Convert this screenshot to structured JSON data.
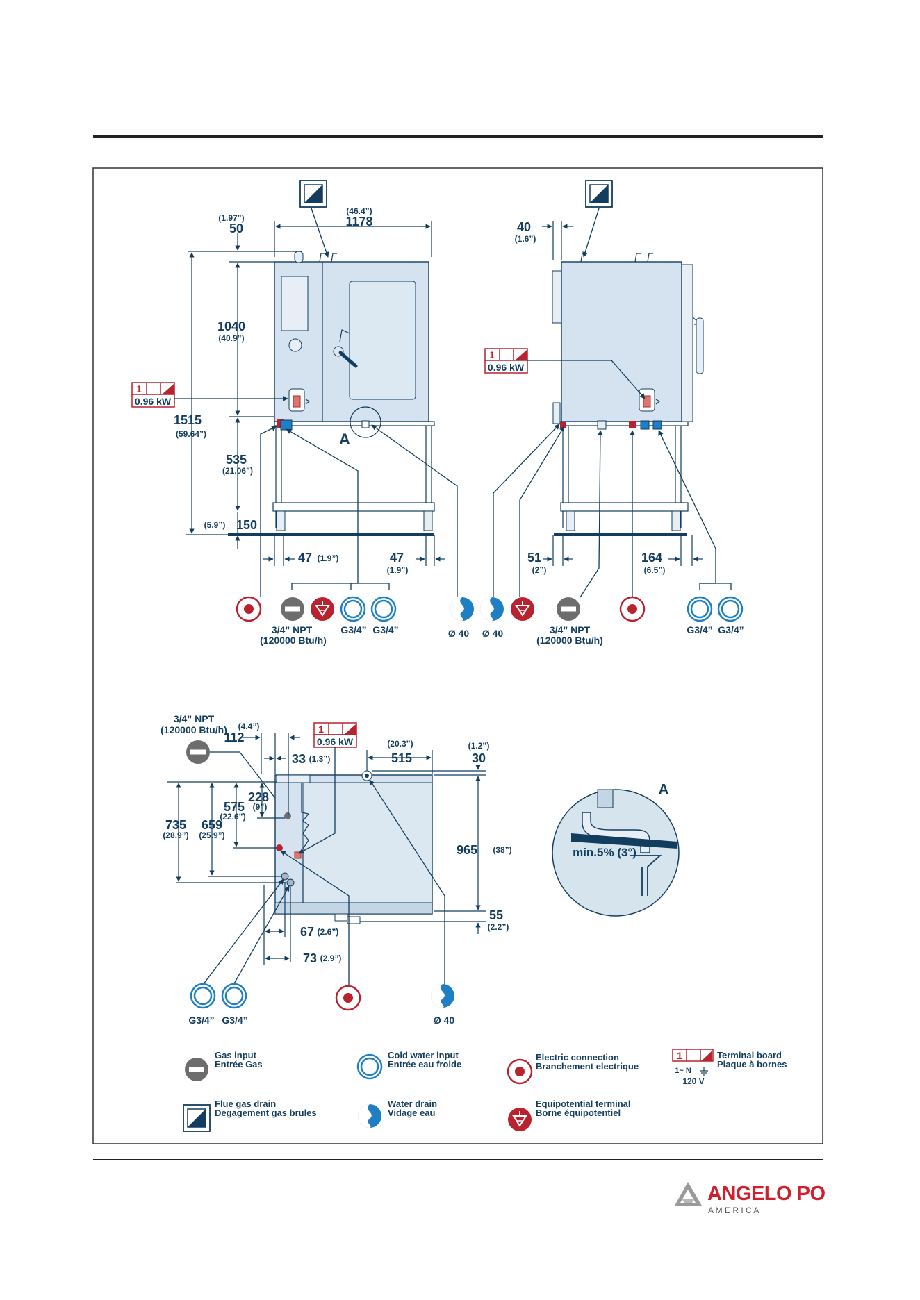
{
  "front_view": {
    "width_mm": "1178",
    "width_in": "(46.4”)",
    "top_offset_mm": "50",
    "top_offset_in": "(1.97”)",
    "body_height_mm": "1040",
    "body_height_in": "(40.9”)",
    "total_height_mm": "1515",
    "total_height_in": "(59.64”)",
    "stand_height_mm": "535",
    "stand_height_in": "(21.06”)",
    "shelf_height_mm": "150",
    "shelf_height_in": "(5.9”)",
    "left_offset_mm": "47",
    "left_offset_in": "(1.9”)",
    "right_offset_mm": "47",
    "right_offset_in": "(1.9”)",
    "detail_marker": "A",
    "terminal_number": "1",
    "terminal_power": "0.96 kW",
    "gas_label_1": "3/4” NPT",
    "gas_label_2": "(120000 Btu/h)",
    "water_label_1": "G3/4”",
    "water_label_2": "G3/4”",
    "drain_label": "Ø 40"
  },
  "side_view": {
    "offset_mm": "40",
    "offset_in": "(1.6”)",
    "left_offset_mm": "51",
    "left_offset_in": "(2”)",
    "right_offset_mm": "164",
    "right_offset_in": "(6.5”)",
    "terminal_number": "1",
    "terminal_power": "0.96 kW",
    "drain_label": "Ø 40",
    "gas_label_1": "3/4” NPT",
    "gas_label_2": "(120000 Btu/h)",
    "water_label_1": "G3/4”",
    "water_label_2": "G3/4”"
  },
  "top_view": {
    "gas_label_1": "3/4” NPT",
    "gas_label_2": "(120000 Btu/h)",
    "dim_112_mm": "112",
    "dim_112_in": "(4.4”)",
    "dim_33_mm": "33",
    "dim_33_in": "(1.3”)",
    "terminal_number": "1",
    "terminal_power": "0.96 kW",
    "dim_515_mm": "515",
    "dim_515_in": "(20.3”)",
    "dim_30_mm": "30",
    "dim_30_in": "(1.2”)",
    "dim_228_mm": "228",
    "dim_228_in": "(9”)",
    "dim_575_mm": "575",
    "dim_575_in": "(22.6”)",
    "dim_659_mm": "659",
    "dim_659_in": "(25.9”)",
    "dim_735_mm": "735",
    "dim_735_in": "(28.9”)",
    "dim_965_mm": "965",
    "dim_965_in": "(38”)",
    "dim_55_mm": "55",
    "dim_55_in": "(2.2”)",
    "dim_67_mm": "67",
    "dim_67_in": "(2.6”)",
    "dim_73_mm": "73",
    "dim_73_in": "(2.9”)",
    "water_label_1": "G3/4”",
    "water_label_2": "G3/4”",
    "drain_label": "Ø 40"
  },
  "detail_a": {
    "marker": "A",
    "slope": "min.5% (3°)"
  },
  "legend": {
    "gas_en": "Gas input",
    "gas_fr": "Entrée Gas",
    "cold_en": "Cold water input",
    "cold_fr": "Entrée eau froide",
    "elec_en": "Electric connection",
    "elec_fr": "Branchement electrique",
    "term_en": "Terminal board",
    "term_fr": "Plaque à bornes",
    "term_number": "1",
    "term_phase": "1~ N",
    "term_voltage": "120 V",
    "flue_en": "Flue gas drain",
    "flue_fr": "Degagement gas brules",
    "drain_en": "Water drain",
    "drain_fr": "Vidage eau",
    "equi_en": "Equipotential terminal",
    "equi_fr": "Borne équipotentiel"
  },
  "footer": {
    "brand": "ANGELO PO",
    "brand_sub": "A M E R I C A"
  },
  "colors": {
    "navy": "#123d5e",
    "red": "#b8232f",
    "body": "#d4e3ef",
    "water": "#1e7fc4"
  }
}
